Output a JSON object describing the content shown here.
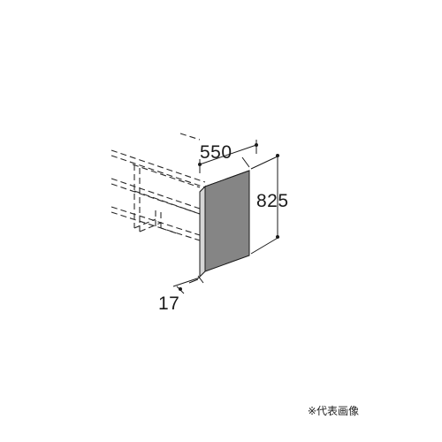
{
  "dimensions": {
    "width": "550",
    "height": "825",
    "thickness": "17"
  },
  "note": "※代表画像",
  "colors": {
    "panel_face": "#858585",
    "panel_edge": "#d6d6d6",
    "line": "#1a1a1a",
    "dashed": "#2a2a2a"
  }
}
